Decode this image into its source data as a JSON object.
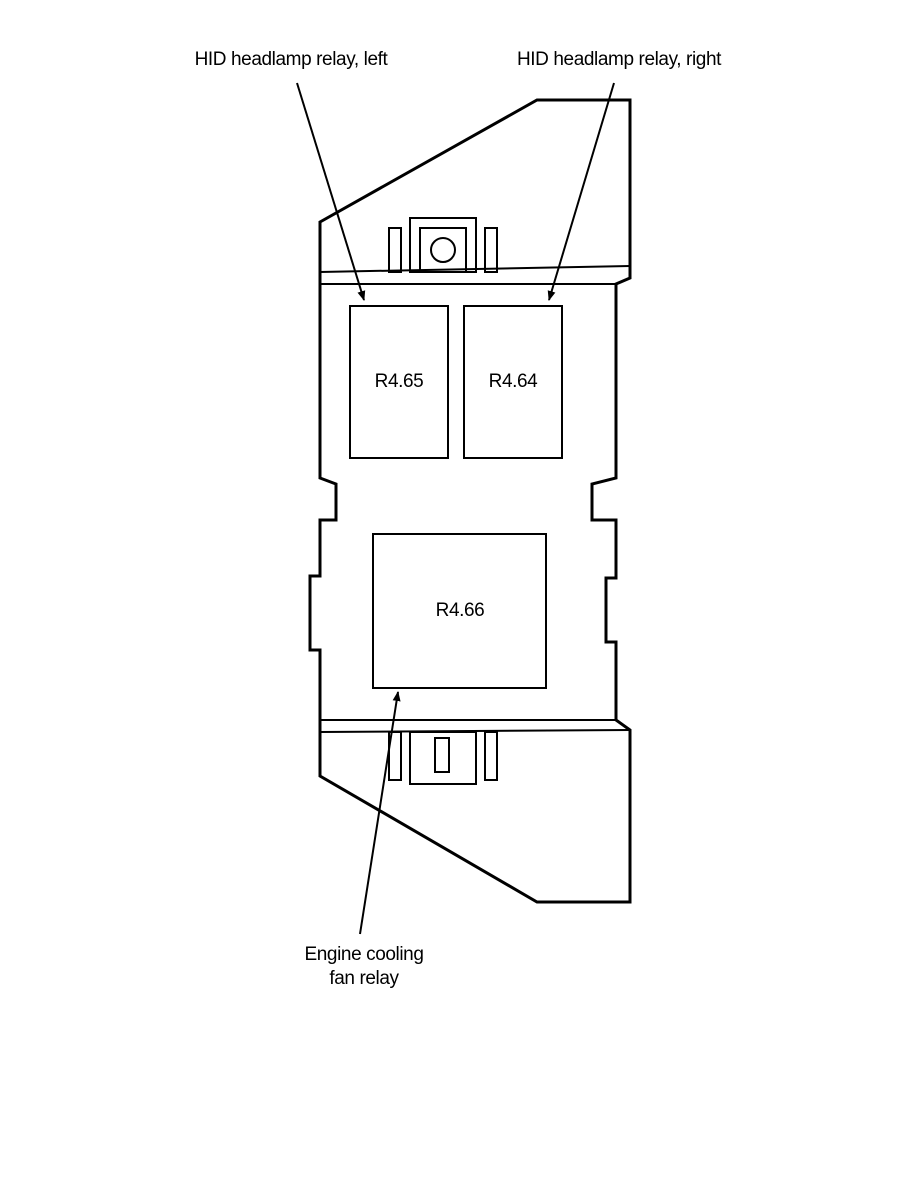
{
  "callouts": {
    "hid_left": "HID headlamp relay, left",
    "hid_right": "HID headlamp relay, right",
    "cooling_fan_line1": "Engine cooling",
    "cooling_fan_line2": "fan relay"
  },
  "relays": {
    "left": "R4.65",
    "right": "R4.64",
    "fan": "R4.66"
  },
  "colors": {
    "line": "#000000",
    "background": "#ffffff"
  }
}
